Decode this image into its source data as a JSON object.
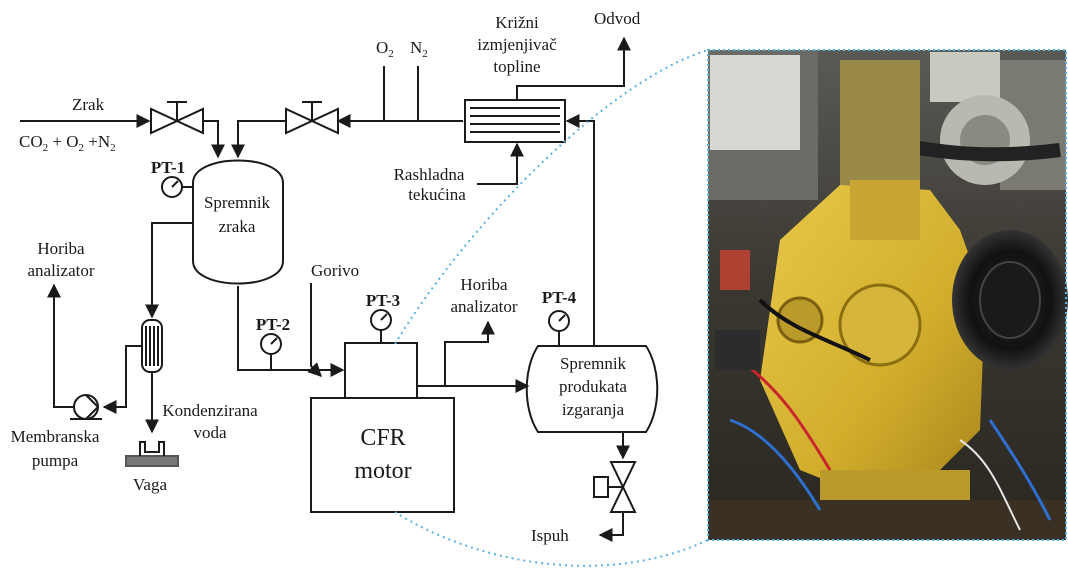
{
  "labels": {
    "zrak": "Zrak",
    "mix_co": "CO",
    "mix_co_sub": "2",
    "mix_plus_o": " + O",
    "mix_o_sub": "2",
    "mix_plus_n": " +N",
    "mix_n_sub": "2",
    "o2": "O",
    "o2_sub": "2",
    "n2": "N",
    "n2_sub": "2",
    "hx_line1": "Križni",
    "hx_line2": "izmjenjivač",
    "hx_line3": "topline",
    "odvod": "Odvod",
    "coolant_line1": "Rashladna",
    "coolant_line2": "tekućina",
    "pt1": "PT-1",
    "pt2": "PT-2",
    "pt3": "PT-3",
    "pt4": "PT-4",
    "air_tank_line1": "Spremnik",
    "air_tank_line2": "zraka",
    "horiba_left_line1": "Horiba",
    "horiba_left_line2": "analizator",
    "gorivo": "Gorivo",
    "horiba_right_line1": "Horiba",
    "horiba_right_line2": "analizator",
    "prod_tank_line1": "Spremnik",
    "prod_tank_line2": "produkata",
    "prod_tank_line3": "izgaranja",
    "cfr_line1": "CFR",
    "cfr_line2": "motor",
    "kond_line1": "Kondenzirana",
    "kond_line2": "voda",
    "pump_line1": "Membranska",
    "pump_line2": "pumpa",
    "vaga": "Vaga",
    "ispuh": "Ispuh"
  },
  "colors": {
    "line": "#1a1a1a",
    "dotted_frame": "#59b3e0",
    "engine_yellow": "#d9b530"
  }
}
